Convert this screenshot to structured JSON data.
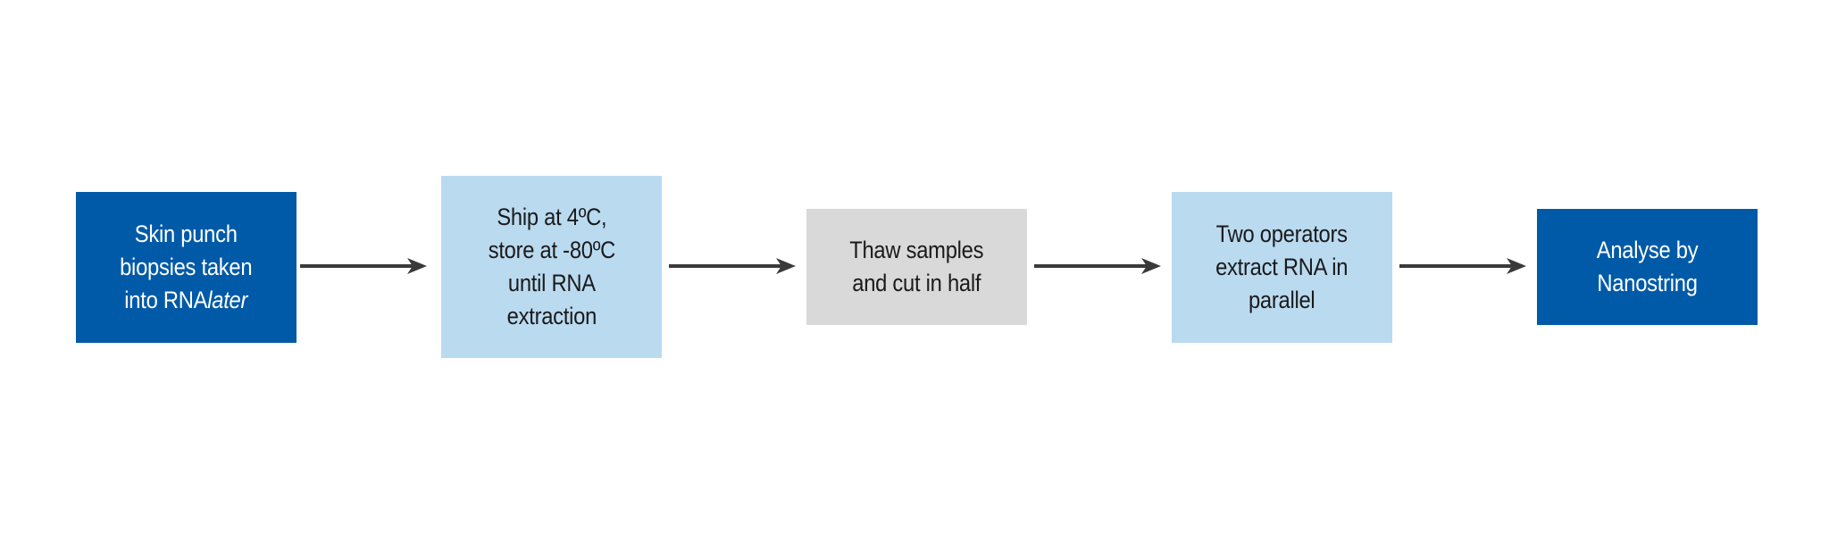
{
  "diagram": {
    "steps": [
      {
        "lines": [
          "Skin punch",
          "biopsies taken"
        ],
        "last_line_prefix": "into RNA",
        "last_line_italic": "later"
      },
      {
        "lines": [
          "Ship at 4ºC,",
          "store at -80ºC",
          "until RNA",
          "extraction"
        ]
      },
      {
        "lines": [
          "Thaw samples",
          "and cut in half"
        ]
      },
      {
        "lines": [
          "Two operators",
          "extract RNA in",
          "parallel"
        ]
      },
      {
        "lines": [
          "Analyse by",
          "Nanostring"
        ]
      }
    ],
    "colors": {
      "dark_blue": "#005aa7",
      "light_blue": "#badaf0",
      "grey": "#d9d9d9",
      "arrow": "#3a3a3a"
    }
  }
}
